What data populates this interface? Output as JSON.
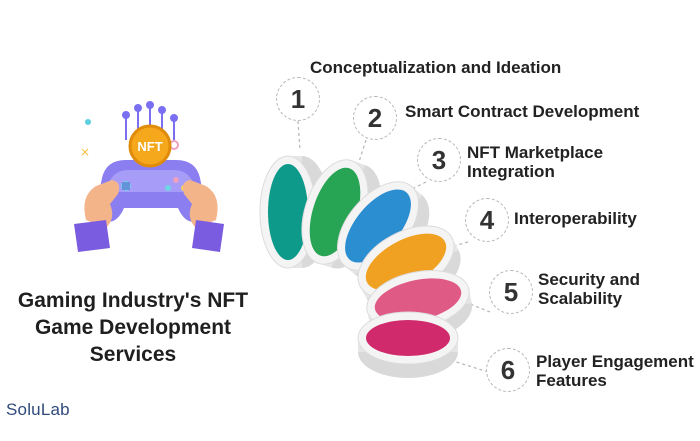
{
  "title": {
    "line1": "Gaming Industry's NFT",
    "line2": "Game Development",
    "line3": "Services"
  },
  "brand": "SoluLab",
  "illustration": {
    "coin_label": "NFT"
  },
  "steps": [
    {
      "number": "1",
      "line1": "Conceptualization and Ideation",
      "line2": ""
    },
    {
      "number": "2",
      "line1": "Smart Contract Development",
      "line2": ""
    },
    {
      "number": "3",
      "line1": "NFT Marketplace",
      "line2": "Integration"
    },
    {
      "number": "4",
      "line1": "Interoperability",
      "line2": ""
    },
    {
      "number": "5",
      "line1": "Security and",
      "line2": "Scalability"
    },
    {
      "number": "6",
      "line1": "Player Engagement",
      "line2": "Features"
    }
  ],
  "colors": {
    "disc_teal": "#0d9a8a",
    "disc_green": "#27a454",
    "disc_blue": "#2b8ed0",
    "disc_orange": "#f0a122",
    "disc_pink": "#e05a86",
    "disc_magenta": "#d02a6c",
    "controller_purple": "#8b7ef0",
    "coin_gold": "#f6a81d"
  }
}
